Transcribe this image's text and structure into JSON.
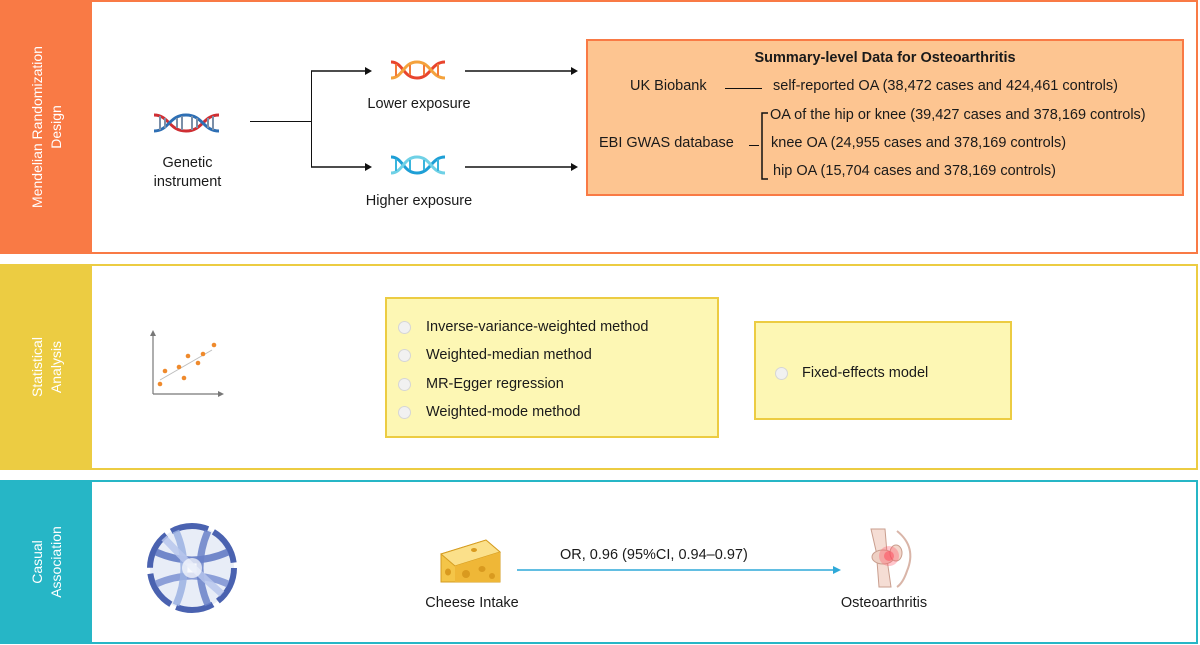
{
  "colors": {
    "orange": "#f97a45",
    "orange_fill": "#fdc591",
    "yellow": "#eccc42",
    "yellow_fill": "#fdf7b4",
    "teal": "#26b6c6",
    "arrow_teal": "#2ea9d8"
  },
  "design": {
    "label_line1": "Mendelian Randomization",
    "label_line2": "Design",
    "genetic_line1": "Genetic",
    "genetic_line2": "instrument",
    "lower_exposure": "Lower exposure",
    "higher_exposure": "Higher exposure",
    "summary": {
      "title": "Summary-level Data for Osteoarthritis",
      "uk_biobank": "UK Biobank",
      "uk_dash": "———",
      "uk_detail": "self-reported OA (38,472 cases and 424,461 controls)",
      "ebi": "EBI GWAS database",
      "ebi_items": [
        "OA of the hip or knee (39,427 cases and 378,169 controls)",
        "knee OA (24,955 cases and 378,169 controls)",
        "hip OA (15,704 cases and 378,169 controls)"
      ]
    }
  },
  "analysis": {
    "label_line1": "Statistical",
    "label_line2": "Analysis",
    "methods": [
      "Inverse-variance-weighted method",
      "Weighted-median method",
      "MR-Egger regression",
      "Weighted-mode method"
    ],
    "model": "Fixed-effects model"
  },
  "association": {
    "label_line1": "Casual",
    "label_line2": "Association",
    "exposure": "Cheese Intake",
    "outcome": "Osteoarthritis",
    "estimate": "OR, 0.96 (95%CI, 0.94–0.97)"
  }
}
